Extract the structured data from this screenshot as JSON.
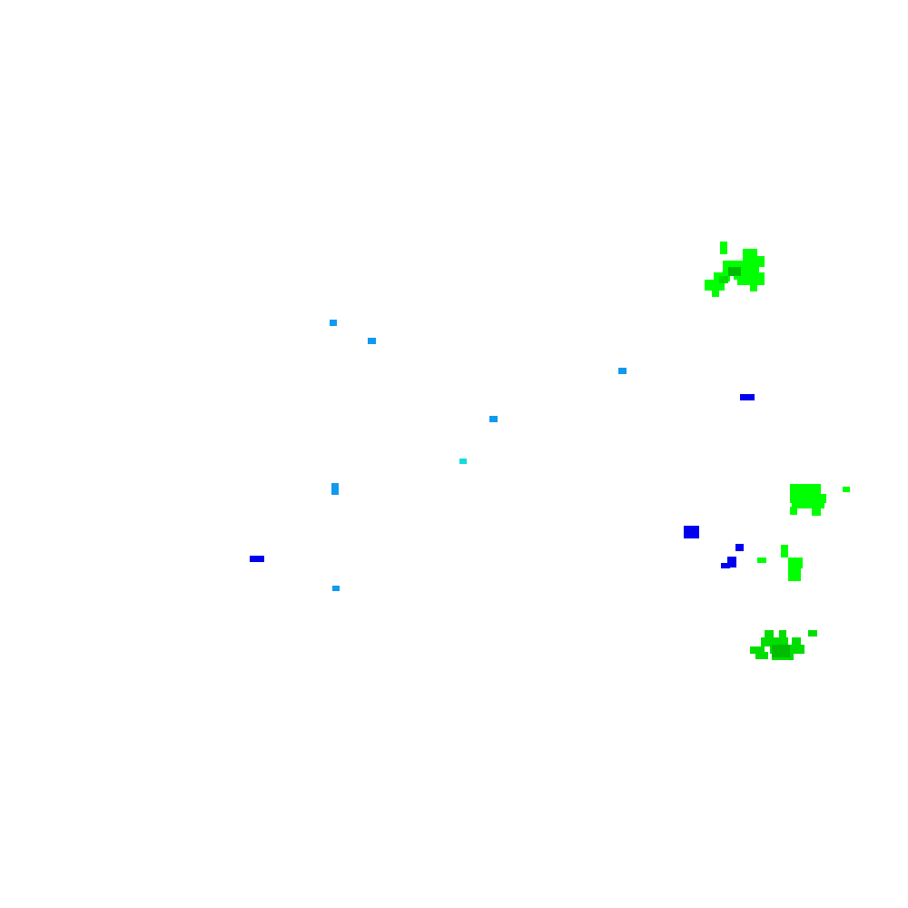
{
  "map": {
    "background_color": "#ffffff",
    "palette": {
      "bright_green": "#00ff00",
      "medium_green": "#00dd00",
      "dark_green": "#00bb00",
      "light_blue": "#1199ee",
      "cyan": "#11dddd",
      "dark_blue": "#0000ee"
    },
    "feature_groups": [
      {
        "id": "green-cluster-north",
        "color_key": "bright_green"
      },
      {
        "id": "green-cluster-east",
        "color_key": "bright_green"
      },
      {
        "id": "green-cluster-southeast",
        "color_key": "medium_green"
      },
      {
        "id": "light-blue-markers",
        "color_key": "light_blue"
      },
      {
        "id": "cyan-marker",
        "color_key": "cyan"
      },
      {
        "id": "dark-blue-markers",
        "color_key": "dark_blue"
      }
    ]
  }
}
